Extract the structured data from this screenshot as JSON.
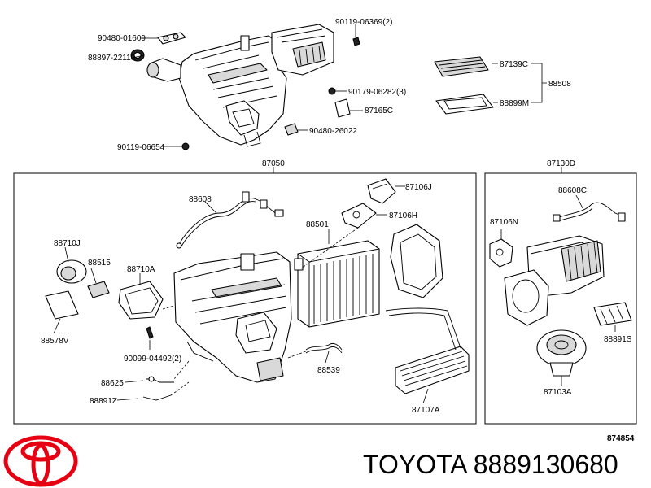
{
  "brand": {
    "name": "TOYOTA",
    "part_number": "8889130680",
    "logo_color": "#e60012"
  },
  "drawing_number": "874854",
  "labels": {
    "p90119_06369": "90119-06369(2)",
    "p90480_01609": "90480-01609",
    "p88897_22110": "88897-22110",
    "p90179_06282": "90179-06282(3)",
    "p87165C": "87165C",
    "p90480_26022": "90480-26022",
    "p90119_06654": "90119-06654",
    "p87139C": "87139C",
    "p88508": "88508",
    "p88899M": "88899M",
    "p87050": "87050",
    "p87130D": "87130D",
    "p87106J": "87106J",
    "p88608": "88608",
    "p87106H": "87106H",
    "p88501": "88501",
    "p88710J": "88710J",
    "p88515": "88515",
    "p88710A": "88710A",
    "p88578V": "88578V",
    "p90099_04492": "90099-04492(2)",
    "p88539": "88539",
    "p88625": "88625",
    "p88891Z": "88891Z",
    "p87107A": "87107A",
    "p88608C": "88608C",
    "p87106N": "87106N",
    "p88891S": "88891S",
    "p87103A": "87103A"
  }
}
